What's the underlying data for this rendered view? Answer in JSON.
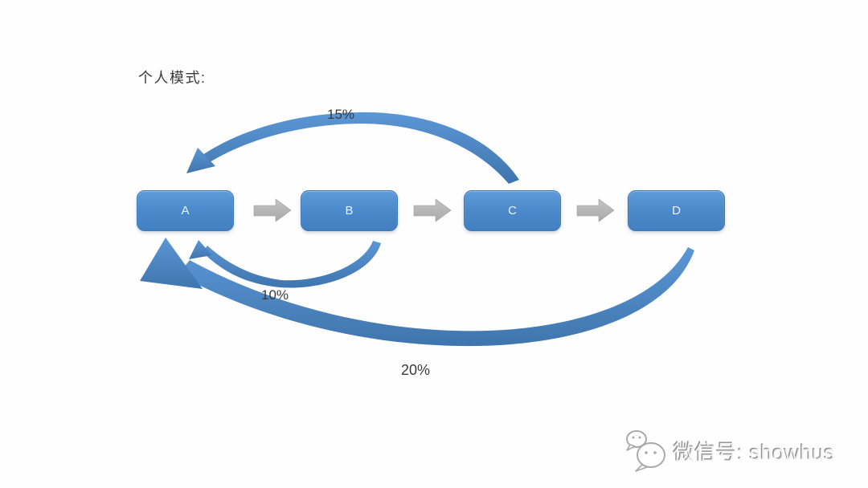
{
  "title": "个人模式:",
  "diagram": {
    "nodes": [
      {
        "id": "A",
        "label": "A"
      },
      {
        "id": "B",
        "label": "B"
      },
      {
        "id": "C",
        "label": "C"
      },
      {
        "id": "D",
        "label": "D"
      }
    ],
    "flow_arrows": [
      {
        "from": "A",
        "to": "B"
      },
      {
        "from": "B",
        "to": "C"
      },
      {
        "from": "C",
        "to": "D"
      }
    ],
    "loops": [
      {
        "label": "15%",
        "from": "C",
        "to": "A",
        "position": "top"
      },
      {
        "label": "10%",
        "from": "B",
        "to": "A",
        "position": "bottom-inner"
      },
      {
        "label": "20%",
        "from": "D",
        "to": "A",
        "position": "bottom-outer"
      }
    ],
    "colors": {
      "node_fill": "#4a88ca",
      "node_border": "#3e79b7",
      "node_text": "#edf4fb",
      "loop_arrow_blue": "#4a87c9",
      "flow_arrow_gray": "#b6b6b6",
      "label_text": "#3a3a3a"
    }
  },
  "watermark": {
    "icon": "wechat-icon",
    "text": "微信号: showhus"
  }
}
